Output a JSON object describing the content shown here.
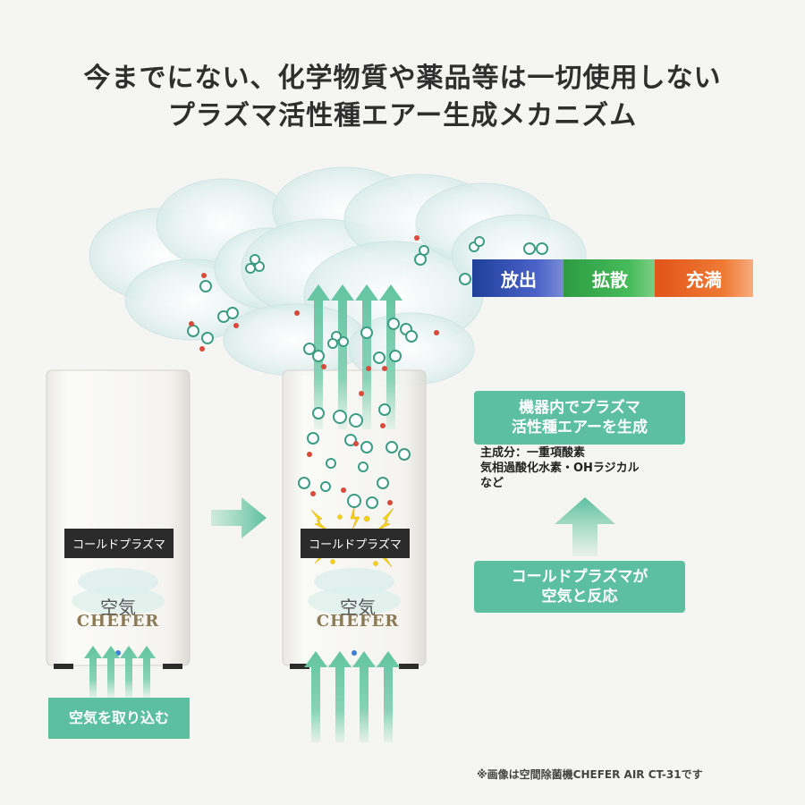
{
  "headline": {
    "line1": "今までにない、化学物質や薬品等は一切使用しない",
    "line2": "プラズマ活性種エアー生成メカニズム"
  },
  "stages": {
    "release": "放出",
    "spread": "拡散",
    "fill": "充満"
  },
  "device": {
    "panel_label": "コールドプラズマ",
    "brand_jp": "空気",
    "brand_en": "CHEFER"
  },
  "intake_label": "空気を取り込む",
  "generate_box": {
    "line1": "機器内でプラズマ",
    "line2": "活性種エアーを生成"
  },
  "components": {
    "line1": "主成分：一重項酸素",
    "line2": "気相過酸化水素・OHラジカル",
    "line3": "など"
  },
  "react_box": {
    "line1": "コールドプラズマが",
    "line2": "空気と反応"
  },
  "footnote": "※画像は空間除菌機CHEFER AIR CT-31です",
  "colors": {
    "teal": "#5cbf9f",
    "arrow": "#7ccfb0",
    "release": "#3653b4",
    "spread": "#3fae52",
    "fill": "#ea6a2a"
  }
}
